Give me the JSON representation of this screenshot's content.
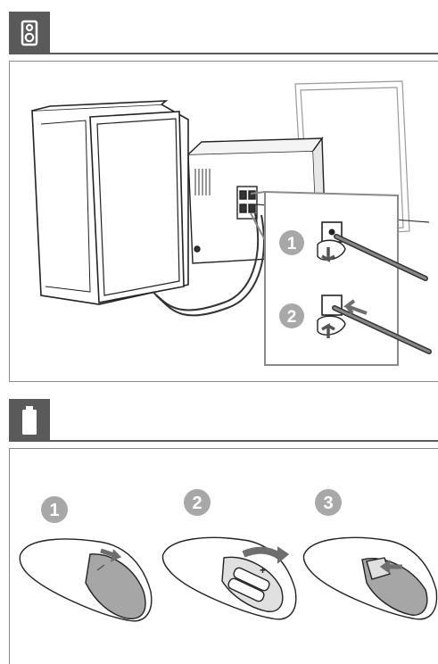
{
  "sections": [
    {
      "icon": "speaker-icon",
      "steps": [
        "1",
        "2"
      ]
    },
    {
      "icon": "battery-icon",
      "steps": [
        "1",
        "2",
        "3"
      ]
    }
  ],
  "colors": {
    "header": "#5a5a5a",
    "step_circle": "#a8a8a8",
    "inset_frame": "#8a8a8a",
    "arrow": "#6e6e6e",
    "remote_cover": "#a6a6a6"
  }
}
